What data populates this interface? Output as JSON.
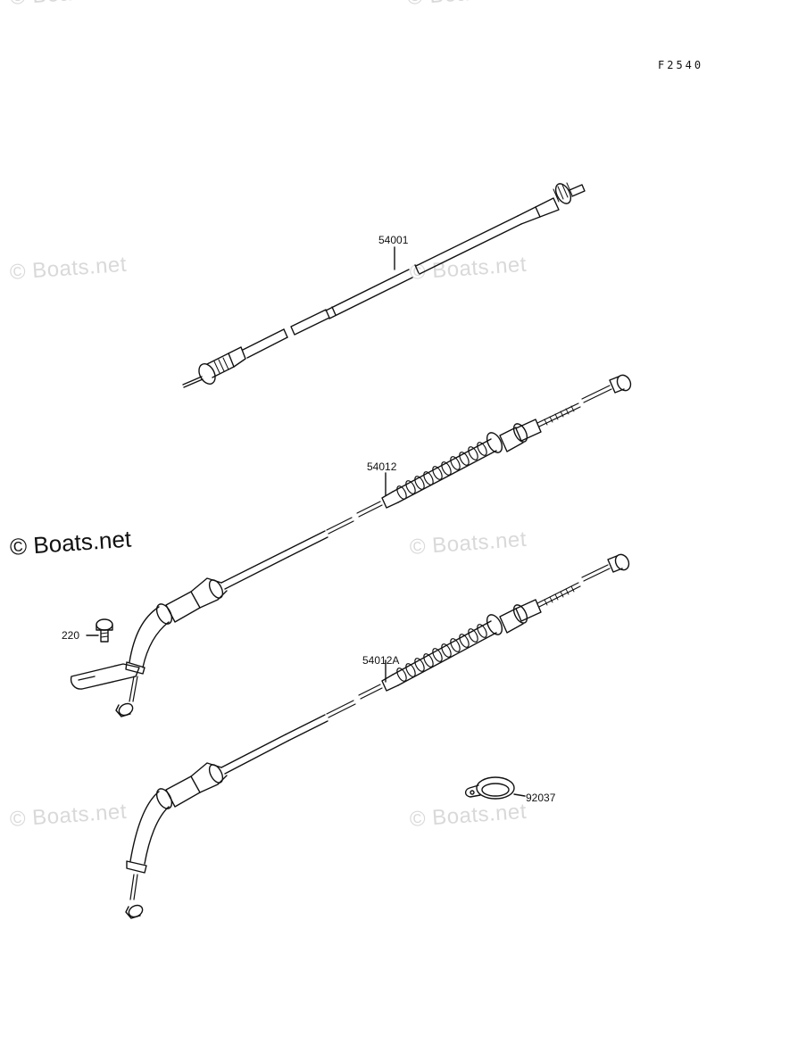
{
  "figure_code": "F2540",
  "watermark": "© Boats.net",
  "callouts": {
    "speedometer_cable": "54001",
    "throttle_cable_1": "54012",
    "throttle_cable_2": "54012A",
    "screw": "220",
    "clamp": "92037"
  },
  "colors": {
    "line": "#111111",
    "watermark": "#d9d9d9"
  }
}
